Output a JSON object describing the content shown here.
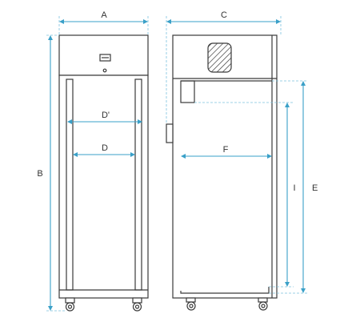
{
  "labels": {
    "A": "A",
    "B": "B",
    "C": "C",
    "D_prime": "D'",
    "D": "D",
    "E": "E",
    "F": "F",
    "I": "I"
  },
  "colors": {
    "dimension": "#3aa0c8",
    "outline": "#3a3a3a"
  }
}
